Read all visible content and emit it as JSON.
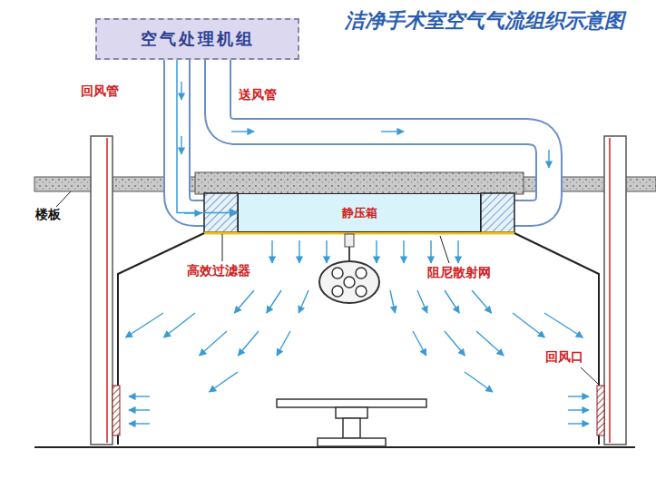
{
  "diagram": {
    "title": "洁净手术室空气气流组织示意图",
    "nodes": [
      {
        "text": [
          "空气处理机组"
        ]
      },
      {
        "text": [
          "静压箱"
        ]
      }
    ],
    "edges": [
      {
        "from": 0,
        "to": 1,
        "arrow": "to"
      }
    ],
    "labels": [
      "回风管",
      "送风管",
      "楼板",
      "高效过滤器",
      "阻尼散射网",
      "回风口"
    ]
  }
}
